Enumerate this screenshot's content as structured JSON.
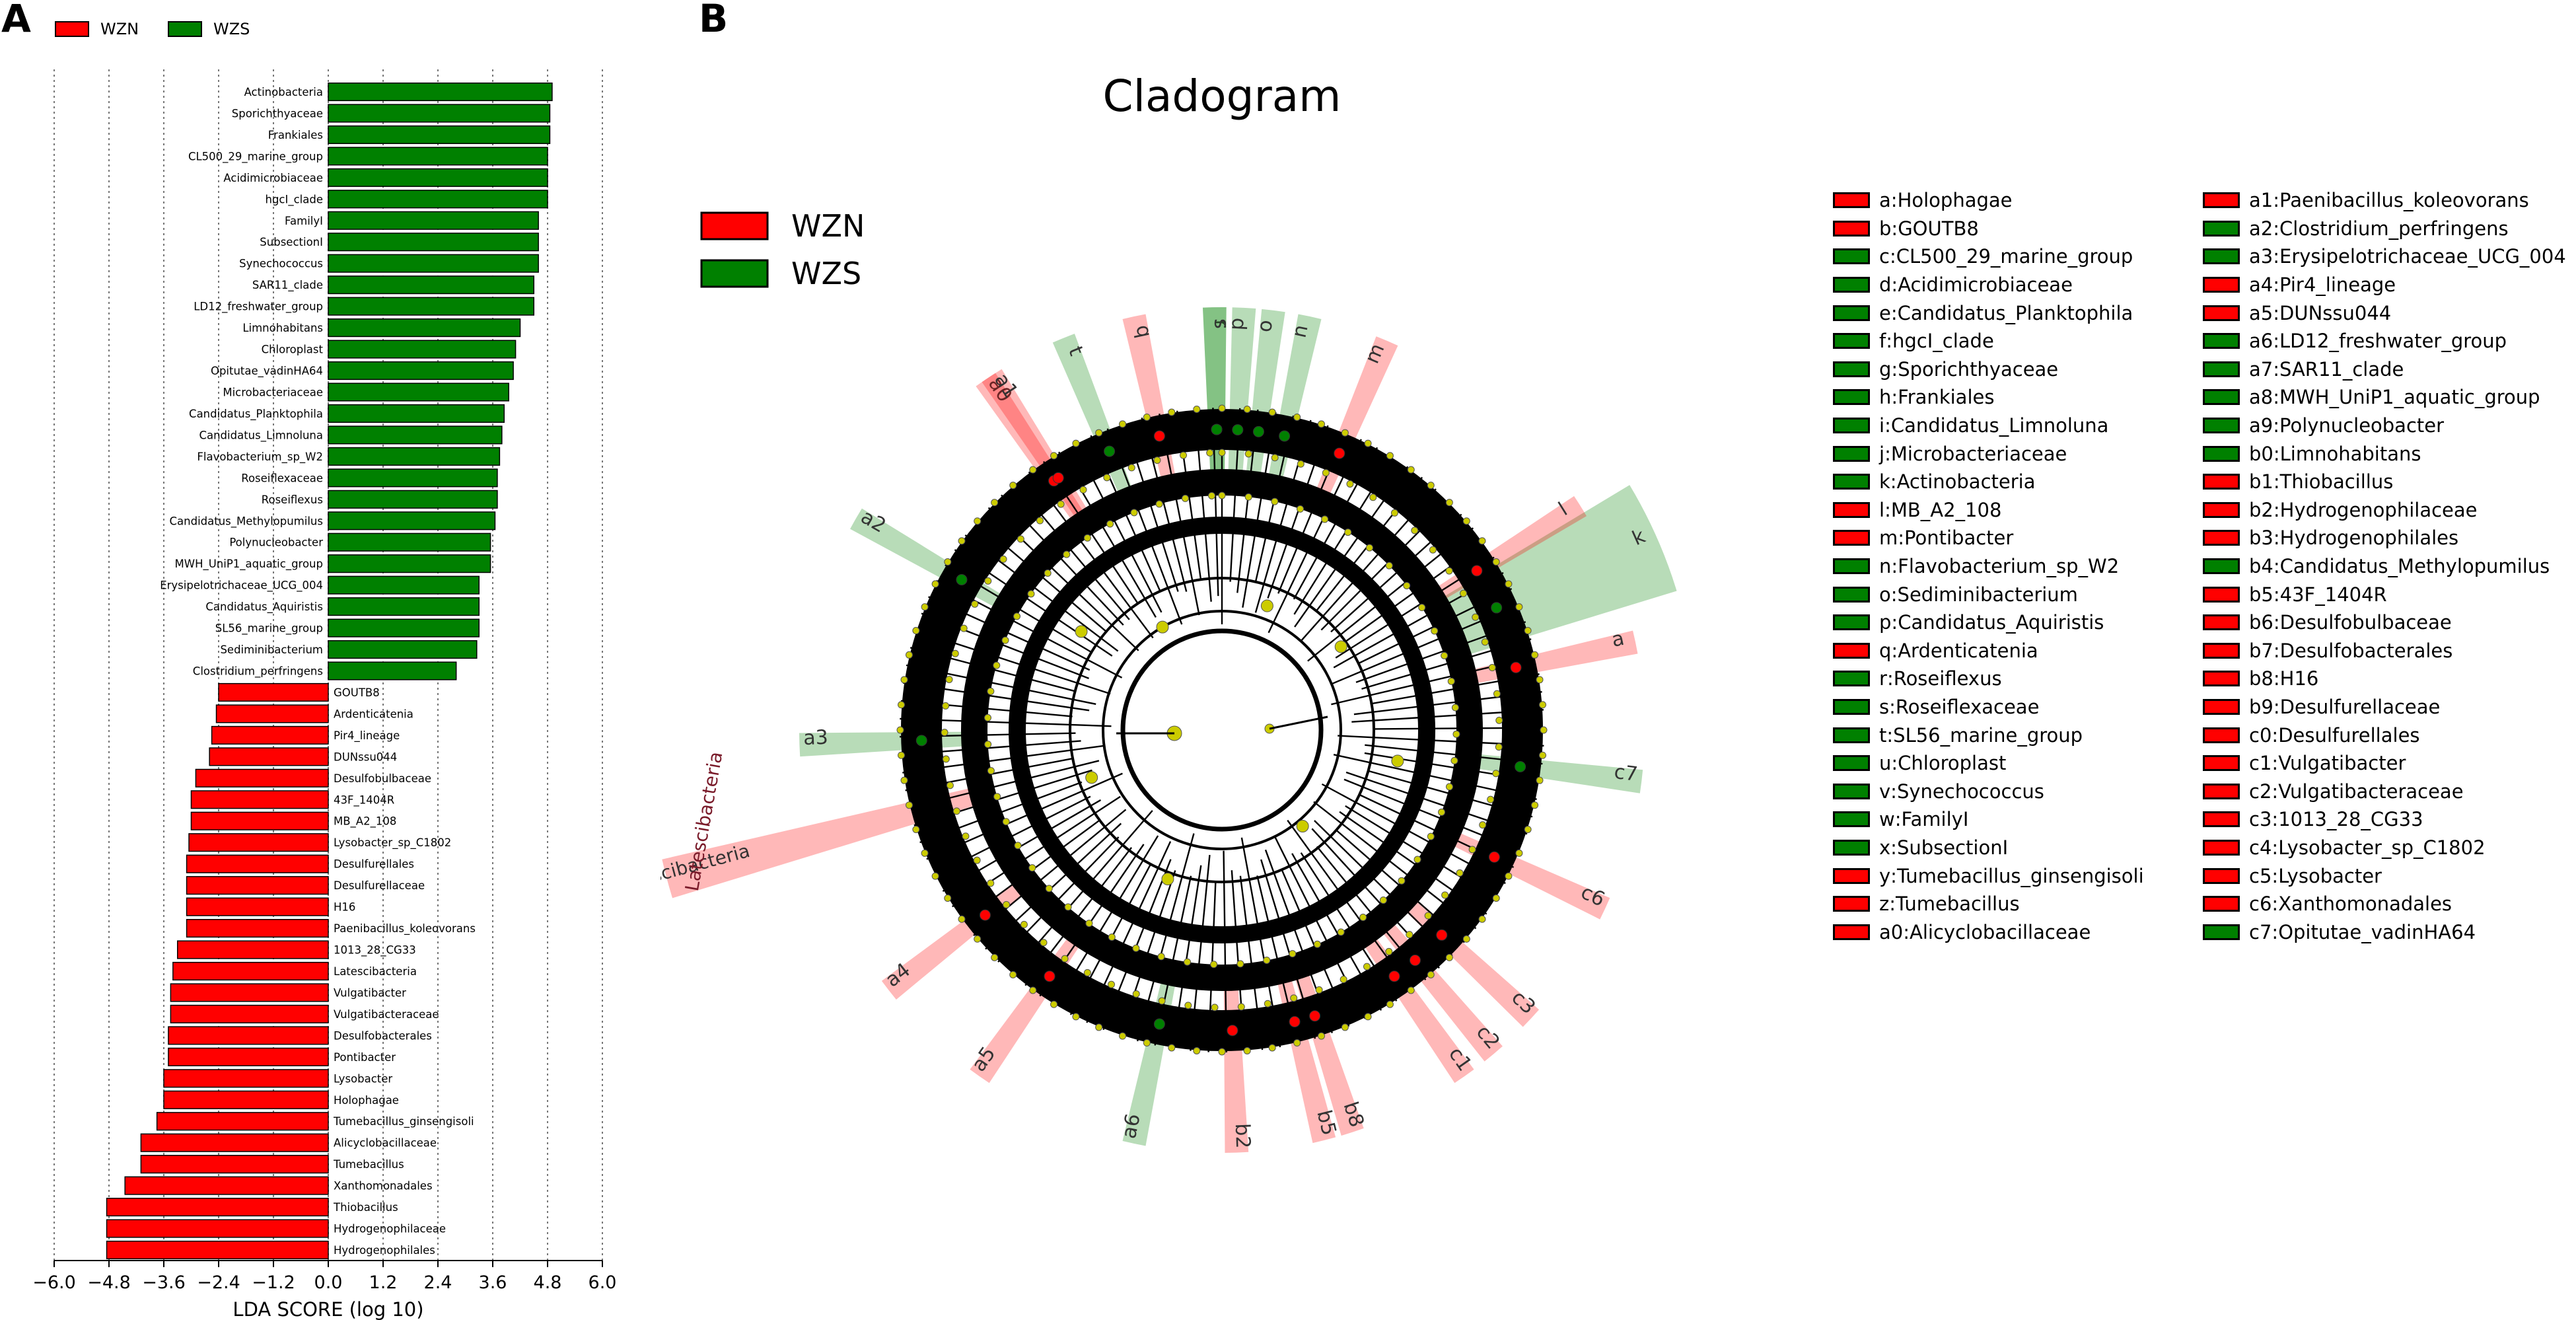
{
  "figure": {
    "panel_a_letter": "A",
    "panel_b_letter": "B"
  },
  "colors": {
    "WZN": "#ff0000",
    "WZS": "#008000",
    "node": "#cccc00",
    "ring": "#000000"
  },
  "chart_data": [
    {
      "type": "bar",
      "orientation": "horizontal",
      "legend_position": "top-left",
      "xlabel": "LDA SCORE (log 10)",
      "xlim": [
        -6.0,
        6.0
      ],
      "xticks": [
        "-6.0",
        "-4.8",
        "-3.6",
        "-2.4",
        "-1.2",
        "0.0",
        "1.2",
        "2.4",
        "3.6",
        "4.8",
        "6.0"
      ],
      "grid": "vertical dotted",
      "legend": [
        "WZN",
        "WZS"
      ],
      "bars": [
        {
          "label": "Actinobacteria",
          "value": 4.9,
          "group": "WZS"
        },
        {
          "label": "Sporichthyaceae",
          "value": 4.85,
          "group": "WZS"
        },
        {
          "label": "Frankiales",
          "value": 4.85,
          "group": "WZS"
        },
        {
          "label": "CL500_29_marine_group",
          "value": 4.8,
          "group": "WZS"
        },
        {
          "label": "Acidimicrobiaceae",
          "value": 4.8,
          "group": "WZS"
        },
        {
          "label": "hgcI_clade",
          "value": 4.8,
          "group": "WZS"
        },
        {
          "label": "FamilyI",
          "value": 4.6,
          "group": "WZS"
        },
        {
          "label": "SubsectionI",
          "value": 4.6,
          "group": "WZS"
        },
        {
          "label": "Synechococcus",
          "value": 4.6,
          "group": "WZS"
        },
        {
          "label": "SAR11_clade",
          "value": 4.5,
          "group": "WZS"
        },
        {
          "label": "LD12_freshwater_group",
          "value": 4.5,
          "group": "WZS"
        },
        {
          "label": "Limnohabitans",
          "value": 4.2,
          "group": "WZS"
        },
        {
          "label": "Chloroplast",
          "value": 4.1,
          "group": "WZS"
        },
        {
          "label": "Opitutae_vadinHA64",
          "value": 4.05,
          "group": "WZS"
        },
        {
          "label": "Microbacteriaceae",
          "value": 3.95,
          "group": "WZS"
        },
        {
          "label": "Candidatus_Planktophila",
          "value": 3.85,
          "group": "WZS"
        },
        {
          "label": "Candidatus_Limnoluna",
          "value": 3.8,
          "group": "WZS"
        },
        {
          "label": "Flavobacterium_sp_W2",
          "value": 3.75,
          "group": "WZS"
        },
        {
          "label": "Roseiflexaceae",
          "value": 3.7,
          "group": "WZS"
        },
        {
          "label": "Roseiflexus",
          "value": 3.7,
          "group": "WZS"
        },
        {
          "label": "Candidatus_Methylopumilus",
          "value": 3.65,
          "group": "WZS"
        },
        {
          "label": "Polynucleobacter",
          "value": 3.55,
          "group": "WZS"
        },
        {
          "label": "MWH_UniP1_aquatic_group",
          "value": 3.55,
          "group": "WZS"
        },
        {
          "label": "Erysipelotrichaceae_UCG_004",
          "value": 3.3,
          "group": "WZS"
        },
        {
          "label": "Candidatus_Aquiristis",
          "value": 3.3,
          "group": "WZS"
        },
        {
          "label": "SL56_marine_group",
          "value": 3.3,
          "group": "WZS"
        },
        {
          "label": "Sediminibacterium",
          "value": 3.25,
          "group": "WZS"
        },
        {
          "label": "Clostridium_perfringens",
          "value": 2.8,
          "group": "WZS"
        },
        {
          "label": "GOUTB8",
          "value": -2.4,
          "group": "WZN"
        },
        {
          "label": "Ardenticatenia",
          "value": -2.45,
          "group": "WZN"
        },
        {
          "label": "Pir4_lineage",
          "value": -2.55,
          "group": "WZN"
        },
        {
          "label": "DUNssu044",
          "value": -2.6,
          "group": "WZN"
        },
        {
          "label": "Desulfobulbaceae",
          "value": -2.9,
          "group": "WZN"
        },
        {
          "label": "43F_1404R",
          "value": -3.0,
          "group": "WZN"
        },
        {
          "label": "MB_A2_108",
          "value": -3.0,
          "group": "WZN"
        },
        {
          "label": "Lysobacter_sp_C1802",
          "value": -3.05,
          "group": "WZN"
        },
        {
          "label": "Desulfurellales",
          "value": -3.1,
          "group": "WZN"
        },
        {
          "label": "Desulfurellaceae",
          "value": -3.1,
          "group": "WZN"
        },
        {
          "label": "H16",
          "value": -3.1,
          "group": "WZN"
        },
        {
          "label": "Paenibacillus_koleovorans",
          "value": -3.1,
          "group": "WZN"
        },
        {
          "label": "1013_28_CG33",
          "value": -3.3,
          "group": "WZN"
        },
        {
          "label": "Latescibacteria",
          "value": -3.4,
          "group": "WZN"
        },
        {
          "label": "Vulgatibacter",
          "value": -3.45,
          "group": "WZN"
        },
        {
          "label": "Vulgatibacteraceae",
          "value": -3.45,
          "group": "WZN"
        },
        {
          "label": "Desulfobacterales",
          "value": -3.5,
          "group": "WZN"
        },
        {
          "label": "Pontibacter",
          "value": -3.5,
          "group": "WZN"
        },
        {
          "label": "Lysobacter",
          "value": -3.6,
          "group": "WZN"
        },
        {
          "label": "Holophagae",
          "value": -3.6,
          "group": "WZN"
        },
        {
          "label": "Tumebacillus_ginsengisoli",
          "value": -3.75,
          "group": "WZN"
        },
        {
          "label": "Alicyclobacillaceae",
          "value": -4.1,
          "group": "WZN"
        },
        {
          "label": "Tumebacillus",
          "value": -4.1,
          "group": "WZN"
        },
        {
          "label": "Xanthomonadales",
          "value": -4.45,
          "group": "WZN"
        },
        {
          "label": "Thiobacillus",
          "value": -4.85,
          "group": "WZN"
        },
        {
          "label": "Hydrogenophilaceae",
          "value": -4.85,
          "group": "WZN"
        },
        {
          "label": "Hydrogenophilales",
          "value": -4.85,
          "group": "WZN"
        }
      ]
    },
    {
      "type": "cladogram",
      "title": "Cladogram",
      "legend": [
        "WZN",
        "WZS"
      ],
      "legend_position": "top-left",
      "key_position": "right",
      "outer_label": "Latescibacteria",
      "entries": [
        {
          "code": "a",
          "name": "Holophagae",
          "group": "WZN"
        },
        {
          "code": "b",
          "name": "GOUTB8",
          "group": "WZN"
        },
        {
          "code": "c",
          "name": "CL500_29_marine_group",
          "group": "WZS"
        },
        {
          "code": "d",
          "name": "Acidimicrobiaceae",
          "group": "WZS"
        },
        {
          "code": "e",
          "name": "Candidatus_Planktophila",
          "group": "WZS"
        },
        {
          "code": "f",
          "name": "hgcI_clade",
          "group": "WZS"
        },
        {
          "code": "g",
          "name": "Sporichthyaceae",
          "group": "WZS"
        },
        {
          "code": "h",
          "name": "Frankiales",
          "group": "WZS"
        },
        {
          "code": "i",
          "name": "Candidatus_Limnoluna",
          "group": "WZS"
        },
        {
          "code": "j",
          "name": "Microbacteriaceae",
          "group": "WZS"
        },
        {
          "code": "k",
          "name": "Actinobacteria",
          "group": "WZS"
        },
        {
          "code": "l",
          "name": "MB_A2_108",
          "group": "WZN"
        },
        {
          "code": "m",
          "name": "Pontibacter",
          "group": "WZN"
        },
        {
          "code": "n",
          "name": "Flavobacterium_sp_W2",
          "group": "WZS"
        },
        {
          "code": "o",
          "name": "Sediminibacterium",
          "group": "WZS"
        },
        {
          "code": "p",
          "name": "Candidatus_Aquiristis",
          "group": "WZS"
        },
        {
          "code": "q",
          "name": "Ardenticatenia",
          "group": "WZN"
        },
        {
          "code": "r",
          "name": "Roseiflexus",
          "group": "WZS"
        },
        {
          "code": "s",
          "name": "Roseiflexaceae",
          "group": "WZS"
        },
        {
          "code": "t",
          "name": "SL56_marine_group",
          "group": "WZS"
        },
        {
          "code": "u",
          "name": "Chloroplast",
          "group": "WZS"
        },
        {
          "code": "v",
          "name": "Synechococcus",
          "group": "WZS"
        },
        {
          "code": "w",
          "name": "FamilyI",
          "group": "WZS"
        },
        {
          "code": "x",
          "name": "SubsectionI",
          "group": "WZS"
        },
        {
          "code": "y",
          "name": "Tumebacillus_ginsengisoli",
          "group": "WZN"
        },
        {
          "code": "z",
          "name": "Tumebacillus",
          "group": "WZN"
        },
        {
          "code": "a0",
          "name": "Alicyclobacillaceae",
          "group": "WZN"
        },
        {
          "code": "a1",
          "name": "Paenibacillus_koleovorans",
          "group": "WZN"
        },
        {
          "code": "a2",
          "name": "Clostridium_perfringens",
          "group": "WZS"
        },
        {
          "code": "a3",
          "name": "Erysipelotrichaceae_UCG_004",
          "group": "WZS"
        },
        {
          "code": "a4",
          "name": "Pir4_lineage",
          "group": "WZN"
        },
        {
          "code": "a5",
          "name": "DUNssu044",
          "group": "WZN"
        },
        {
          "code": "a6",
          "name": "LD12_freshwater_group",
          "group": "WZS"
        },
        {
          "code": "a7",
          "name": "SAR11_clade",
          "group": "WZS"
        },
        {
          "code": "a8",
          "name": "MWH_UniP1_aquatic_group",
          "group": "WZS"
        },
        {
          "code": "a9",
          "name": "Polynucleobacter",
          "group": "WZS"
        },
        {
          "code": "b0",
          "name": "Limnohabitans",
          "group": "WZS"
        },
        {
          "code": "b1",
          "name": "Thiobacillus",
          "group": "WZN"
        },
        {
          "code": "b2",
          "name": "Hydrogenophilaceae",
          "group": "WZN"
        },
        {
          "code": "b3",
          "name": "Hydrogenophilales",
          "group": "WZN"
        },
        {
          "code": "b4",
          "name": "Candidatus_Methylopumilus",
          "group": "WZS"
        },
        {
          "code": "b5",
          "name": "43F_1404R",
          "group": "WZN"
        },
        {
          "code": "b6",
          "name": "Desulfobulbaceae",
          "group": "WZN"
        },
        {
          "code": "b7",
          "name": "Desulfobacterales",
          "group": "WZN"
        },
        {
          "code": "b8",
          "name": "H16",
          "group": "WZN"
        },
        {
          "code": "b9",
          "name": "Desulfurellaceae",
          "group": "WZN"
        },
        {
          "code": "c0",
          "name": "Desulfurellales",
          "group": "WZN"
        },
        {
          "code": "c1",
          "name": "Vulgatibacter",
          "group": "WZN"
        },
        {
          "code": "c2",
          "name": "Vulgatibacteraceae",
          "group": "WZN"
        },
        {
          "code": "c3",
          "name": "1013_28_CG33",
          "group": "WZN"
        },
        {
          "code": "c4",
          "name": "Lysobacter_sp_C1802",
          "group": "WZN"
        },
        {
          "code": "c5",
          "name": "Lysobacter",
          "group": "WZN"
        },
        {
          "code": "c6",
          "name": "Xanthomonadales",
          "group": "WZN"
        },
        {
          "code": "c7",
          "name": "Opitutae_vadinHA64",
          "group": "WZS"
        }
      ],
      "highlights": [
        {
          "code": "k",
          "angle": 66,
          "group": "WZS"
        },
        {
          "code": "l",
          "angle": 58,
          "group": "WZN"
        },
        {
          "code": "m",
          "angle": 23,
          "group": "WZN"
        },
        {
          "code": "n",
          "angle": 12,
          "group": "WZS"
        },
        {
          "code": "o",
          "angle": 7,
          "group": "WZS"
        },
        {
          "code": "p",
          "angle": 3,
          "group": "WZS"
        },
        {
          "code": "q",
          "angle": -12,
          "group": "WZN"
        },
        {
          "code": "r",
          "angle": -1,
          "group": "WZS"
        },
        {
          "code": "s",
          "angle": -1,
          "group": "WZS"
        },
        {
          "code": "t",
          "angle": -22,
          "group": "WZS"
        },
        {
          "code": "a0",
          "angle": -34,
          "group": "WZN"
        },
        {
          "code": "a1",
          "angle": -33,
          "group": "WZN"
        },
        {
          "code": "a2",
          "angle": -60,
          "group": "WZS"
        },
        {
          "code": "a3",
          "angle": -92,
          "group": "WZS"
        },
        {
          "code": "a4",
          "angle": -128,
          "group": "WZN"
        },
        {
          "code": "a5",
          "angle": -145,
          "group": "WZN"
        },
        {
          "code": "a6",
          "angle": -168,
          "group": "WZS"
        },
        {
          "code": "b2",
          "angle": 178,
          "group": "WZN"
        },
        {
          "code": "b5",
          "angle": 166,
          "group": "WZN"
        },
        {
          "code": "b8",
          "angle": 162,
          "group": "WZN"
        },
        {
          "code": "c1",
          "angle": 145,
          "group": "WZN"
        },
        {
          "code": "c2",
          "angle": 140,
          "group": "WZN"
        },
        {
          "code": "c3",
          "angle": 133,
          "group": "WZN"
        },
        {
          "code": "c6",
          "angle": 115,
          "group": "WZN"
        },
        {
          "code": "c7",
          "angle": 97,
          "group": "WZS"
        },
        {
          "code": "a",
          "angle": 78,
          "group": "WZN"
        },
        {
          "code": "Latescibacteria",
          "angle": -105,
          "group": "WZN"
        }
      ]
    }
  ]
}
